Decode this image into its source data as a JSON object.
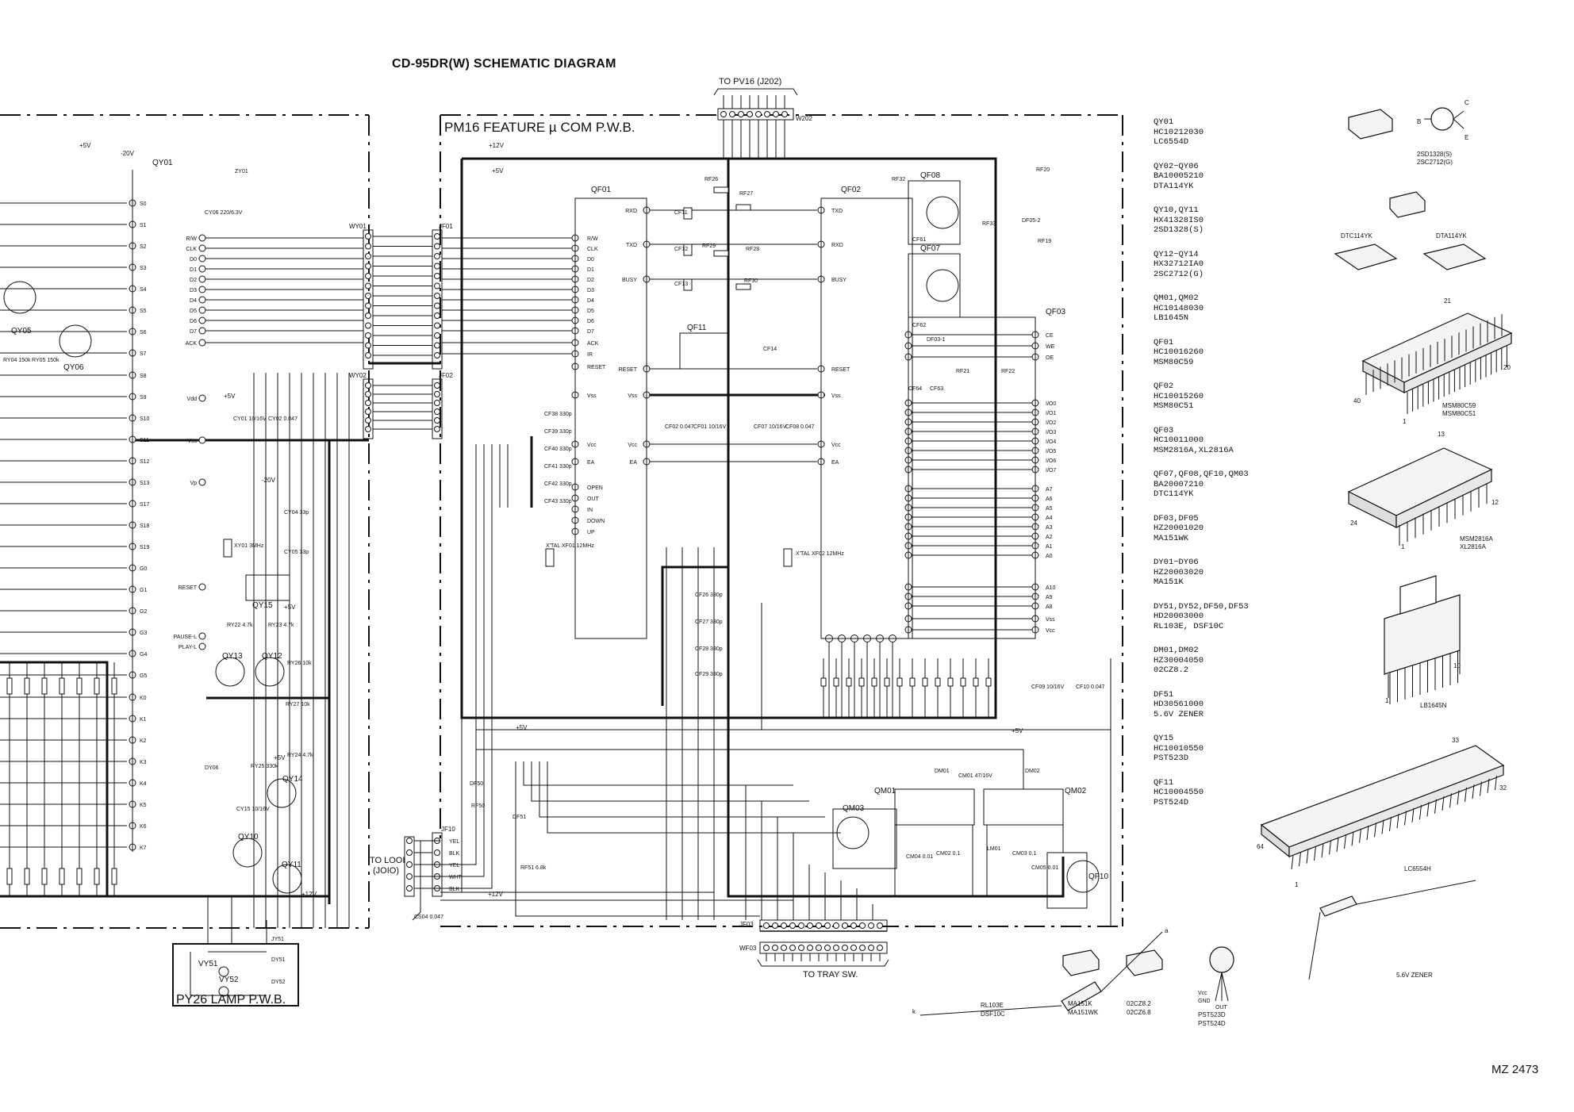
{
  "title": "CD-95DR(W) SCHEMATIC DIAGRAM",
  "boards": {
    "pm16": "PM16 FEATURE µ COM P.W.B.",
    "py26": "PY26 LAMP P.W.B."
  },
  "connectors": {
    "to_pv16": "TO PV16 (J202)",
    "to_tray": "TO TRAY SW.",
    "to_lool": "TO LOOI",
    "to_lool_sub": "(JOIO)",
    "w202": "W202",
    "wy01": "WY01",
    "wy02": "WY02",
    "jf01": "JF01",
    "jf02": "JF02",
    "jf10": "JF10",
    "jf03": "JF03",
    "wf03": "WF03"
  },
  "chips": {
    "qy01": "QY01",
    "qf01": "QF01",
    "qf02": "QF02",
    "qf03": "QF03",
    "qf11": "QF11",
    "qy15": "QY15",
    "qm01": "QM01",
    "qm02": "QM02",
    "qm03": "QM03",
    "qf07": "QF07",
    "qf08": "QF08",
    "qf10": "QF10",
    "qy05": "QY05",
    "qy06": "QY06",
    "qy10": "QY10",
    "qy11": "QY11",
    "qy12": "QY12",
    "qy13": "QY13",
    "qy14": "QY14",
    "vy51": "VY51",
    "vy52": "VY52"
  },
  "rails": {
    "p5v": "+5V",
    "m20v": "-20V",
    "p12v": "+12V"
  },
  "qy01_pins": [
    "S0",
    "S1",
    "S2",
    "S3",
    "S4",
    "S5",
    "S6",
    "S7",
    "S8",
    "S9",
    "S10",
    "S11",
    "S12",
    "S13",
    "S17",
    "S18",
    "S19",
    "G0",
    "G1",
    "G2",
    "G3",
    "G4",
    "G5",
    "K0",
    "K1",
    "K2",
    "K3",
    "K4",
    "K5",
    "K6",
    "K7"
  ],
  "qy01_left_pins": [
    "R/W",
    "CLK",
    "D0",
    "D1",
    "D2",
    "D3",
    "D4",
    "D5",
    "D6",
    "D7",
    "ACK",
    "Vdd",
    "Vss",
    "Vp",
    "RESET",
    "PAUSE-L",
    "PLAY-L"
  ],
  "qf01_pins": [
    "R/W",
    "CLK",
    "D0",
    "D1",
    "D2",
    "D3",
    "D4",
    "D5",
    "D6",
    "D7",
    "ACK",
    "IR",
    "RESET",
    "Vss",
    "Vcc",
    "EA",
    "OPEN",
    "OUT",
    "IN",
    "DOWN",
    "UP"
  ],
  "qf01_right_pins": [
    "RXD",
    "TXD",
    "BUSY",
    "RESET",
    "Vss",
    "Vcc",
    "EA"
  ],
  "qf02_pins": [
    "TXD",
    "RXD",
    "BUSY",
    "RESET",
    "Vss",
    "Vcc",
    "EA"
  ],
  "qf03_pins": [
    "CE",
    "WE",
    "OE",
    "I/O0",
    "I/O1",
    "I/O2",
    "I/O3",
    "I/O4",
    "I/O5",
    "I/O6",
    "I/O7",
    "A7",
    "A6",
    "A5",
    "A4",
    "A3",
    "A2",
    "A1",
    "A0",
    "A10",
    "A9",
    "A8",
    "Vss",
    "Vcc"
  ],
  "components": {
    "rf26": "RF26",
    "rf27": "RF27",
    "rf28": "RF28",
    "rf29": "RF29",
    "rf30": "RF30",
    "cf11": "CF11",
    "cf12": "CF12",
    "cf13": "CF13",
    "cf14": "CF14",
    "rf20": "RF20",
    "rf19": "RF19",
    "rf32": "RF32",
    "rf33": "RF33",
    "df05": "DF05-2",
    "df03": "DF03-1",
    "rf21": "RF21",
    "rf22": "RF22",
    "cf64": "CF64",
    "cf63": "CF63",
    "cf61": "CF61",
    "cf62": "CF62",
    "xf01": "X'TAL XF01 12MHz",
    "xf02": "X'TAL XF02 12MHz",
    "xy01": "XY01 3MHz",
    "cy06": "CY06 220/6.3V",
    "zy01": "ZY01",
    "cy01": "CY01 10/16V",
    "cy02": "CY02 0.047",
    "cy04": "CY04 33p",
    "cy05": "CY05 33p",
    "cy15": "CY15 10/16V",
    "dy06": "DY06",
    "ry22": "RY22 4.7k",
    "ry23": "RY23 4.7k",
    "ry24": "RY24 4.7k",
    "ry25": "RY25 330k",
    "ry26": "RY26 10k",
    "ry27": "RY27 10k",
    "ry04": "RY04 150k",
    "ry05": "RY05 150k",
    "cf02": "CF02 0.047",
    "cf01": "CF01 10/16V",
    "cf07": "CF07 10/16V",
    "cf08": "CF08 0.047",
    "cf09": "CF09 10/16V",
    "cf10": "CF10 0.047",
    "cf38": "CF38 330p",
    "cf39": "CF39 330p",
    "cf40": "CF40 330p",
    "cf41": "CF41 330p",
    "cf42": "CF42 330p",
    "cf43": "CF43 330p",
    "cf26": "CF26 330p",
    "cf27": "CF27 330p",
    "cf28": "CF28 330p",
    "cf29": "CF29 330p",
    "df50": "DF50",
    "df51": "DF51",
    "rf50": "RF50",
    "rf51": "RF51 6.8k",
    "cm01": "CM01 47/16V",
    "cm02": "CM02 0.1",
    "cm03": "CM03 0.1",
    "cm04": "CM04 0.01",
    "cm05": "CM05 0.01",
    "dm01": "DM01",
    "dm02": "DM02",
    "lm01": "LM01",
    "cs04": "CS04 0.047",
    "dy51": "DY51",
    "dy52": "DY52",
    "jy51": "JY51"
  },
  "wire_colors": [
    "YEL",
    "BLK",
    "YEL",
    "WHT",
    "BLK"
  ],
  "parts_list": [
    {
      "ref": "QY01",
      "parts": [
        "HC10212030",
        "LC6554D"
      ]
    },
    {
      "ref": "QY02~QY06",
      "parts": [
        "BA10005210",
        "DTA114YK"
      ]
    },
    {
      "ref": "QY10,QY11",
      "parts": [
        "HX41328IS0",
        "2SD1328(S)"
      ]
    },
    {
      "ref": "QY12~QY14",
      "parts": [
        "HX32712IA0",
        "2SC2712(G)"
      ]
    },
    {
      "ref": "QM01,QM02",
      "parts": [
        "HC10148030",
        "LB1645N"
      ]
    },
    {
      "ref": "QF01",
      "parts": [
        "HC10016260",
        "MSM80C59"
      ]
    },
    {
      "ref": "QF02",
      "parts": [
        "HC10015260",
        "MSM80C51"
      ]
    },
    {
      "ref": "QF03",
      "parts": [
        "HC10011000",
        "MSM2816A,XL2816A"
      ]
    },
    {
      "ref": "QF07,QF08,QF10,QM03",
      "parts": [
        "BA20007210",
        "DTC114YK"
      ]
    },
    {
      "ref": "DF03,DF05",
      "parts": [
        "HZ20001020",
        "MA151WK"
      ]
    },
    {
      "ref": "DY01~DY06",
      "parts": [
        "HZ20003020",
        "MA151K"
      ]
    },
    {
      "ref": "DY51,DY52,DF50,DF53",
      "parts": [
        "HD20003000",
        "RL103E, DSF10C"
      ]
    },
    {
      "ref": "DM01,DM02",
      "parts": [
        "HZ30004050",
        "02CZ8.2"
      ]
    },
    {
      "ref": "DF51",
      "parts": [
        "HD30561000",
        "5.6V ZENER"
      ]
    },
    {
      "ref": "QY15",
      "parts": [
        "HC10010550",
        "PST523D"
      ]
    },
    {
      "ref": "QF11",
      "parts": [
        "HC10004550",
        "PST524D"
      ]
    }
  ],
  "package_labels": {
    "tr_2sd": "2SD1328(S)",
    "tr_2sc": "2SC2712(G)",
    "dtc": "DTC114YK",
    "dta": "DTA114YK",
    "msm80": "MSM80C59",
    "msm80b": "MSM80C51",
    "msm2816": "MSM2816A",
    "xl2816": "XL2816A",
    "lb1645": "LB1645N",
    "lc6554": "LC6554H",
    "zener": "5.6V ZENER",
    "rl103e": "RL103E",
    "dsf10c": "DSF10C",
    "ma151k": "MA151K",
    "ma151wk": "MA151WK",
    "cz82": "02CZ8.2",
    "cz68": "02CZ6.8",
    "pst523": "PST523D",
    "pst524": "PST524D",
    "vcc": "Vcc",
    "gnd": "GND",
    "out": "OUT",
    "pin21": "21",
    "pin20": "20",
    "pin40": "40",
    "pin1": "1",
    "pin13": "13",
    "pin12": "12",
    "pin24": "24",
    "pin10": "10",
    "pin33": "33",
    "pin32": "32",
    "pin64": "64",
    "b": "B",
    "c": "C",
    "e": "E",
    "k": "k",
    "a": "a"
  },
  "doc_number": "MZ 2473"
}
